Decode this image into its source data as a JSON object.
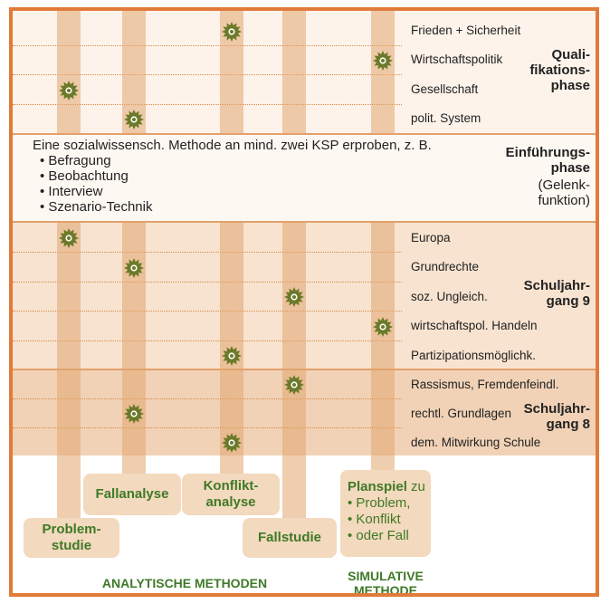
{
  "colors": {
    "border": "#e07b39",
    "green": "#3f7a28",
    "star": "#6b7a2a",
    "band_light": "#fdf3ea",
    "band_mid": "#f7e3d0",
    "band_dark": "#f1d2b6"
  },
  "qualifikation": {
    "topics": [
      "Frieden + Sicherheit",
      "Wirtschaftspolitik",
      "Gesellschaft",
      "polit. System"
    ],
    "phase_label": "Quali-\nfikations-\nphase"
  },
  "einfuehrung": {
    "intro": "Eine sozialwissensch. Methode an mind. zwei KSP erproben, z. B.",
    "methods": [
      "Befragung",
      "Beobachtung",
      "Interview",
      "Szenario-Technik"
    ],
    "phase_bold": "Einführungs-\nphase",
    "phase_sub": "(Gelenk-\nfunktion)"
  },
  "klasse9": {
    "topics": [
      "Europa",
      "Grundrechte",
      "soz. Ungleich.",
      "wirtschaftspol. Handeln",
      "Partizipationsmöglichk."
    ],
    "phase_label": "Schuljahr-\ngang 9"
  },
  "klasse8": {
    "topics": [
      "Rassismus, Fremdenfeindl.",
      "rechtl. Grundlagen",
      "dem. Mitwirkung Schule"
    ],
    "phase_label": "Schuljahr-\ngang 8"
  },
  "methods": {
    "problemstudie": "Problem-\nstudie",
    "fallanalyse": "Fallanalyse",
    "konfliktanalyse": "Konflikt-\nanalyse",
    "fallstudie": "Fallstudie",
    "planspiel_bold": "Planspiel",
    "planspiel_rest": " zu",
    "planspiel_items": [
      "Problem,",
      "Konflikt",
      "oder Fall"
    ]
  },
  "footer": {
    "analytisch": "ANALYTISCHE METHODEN",
    "simulativ": "SIMULATIVE\nMETHODE"
  }
}
